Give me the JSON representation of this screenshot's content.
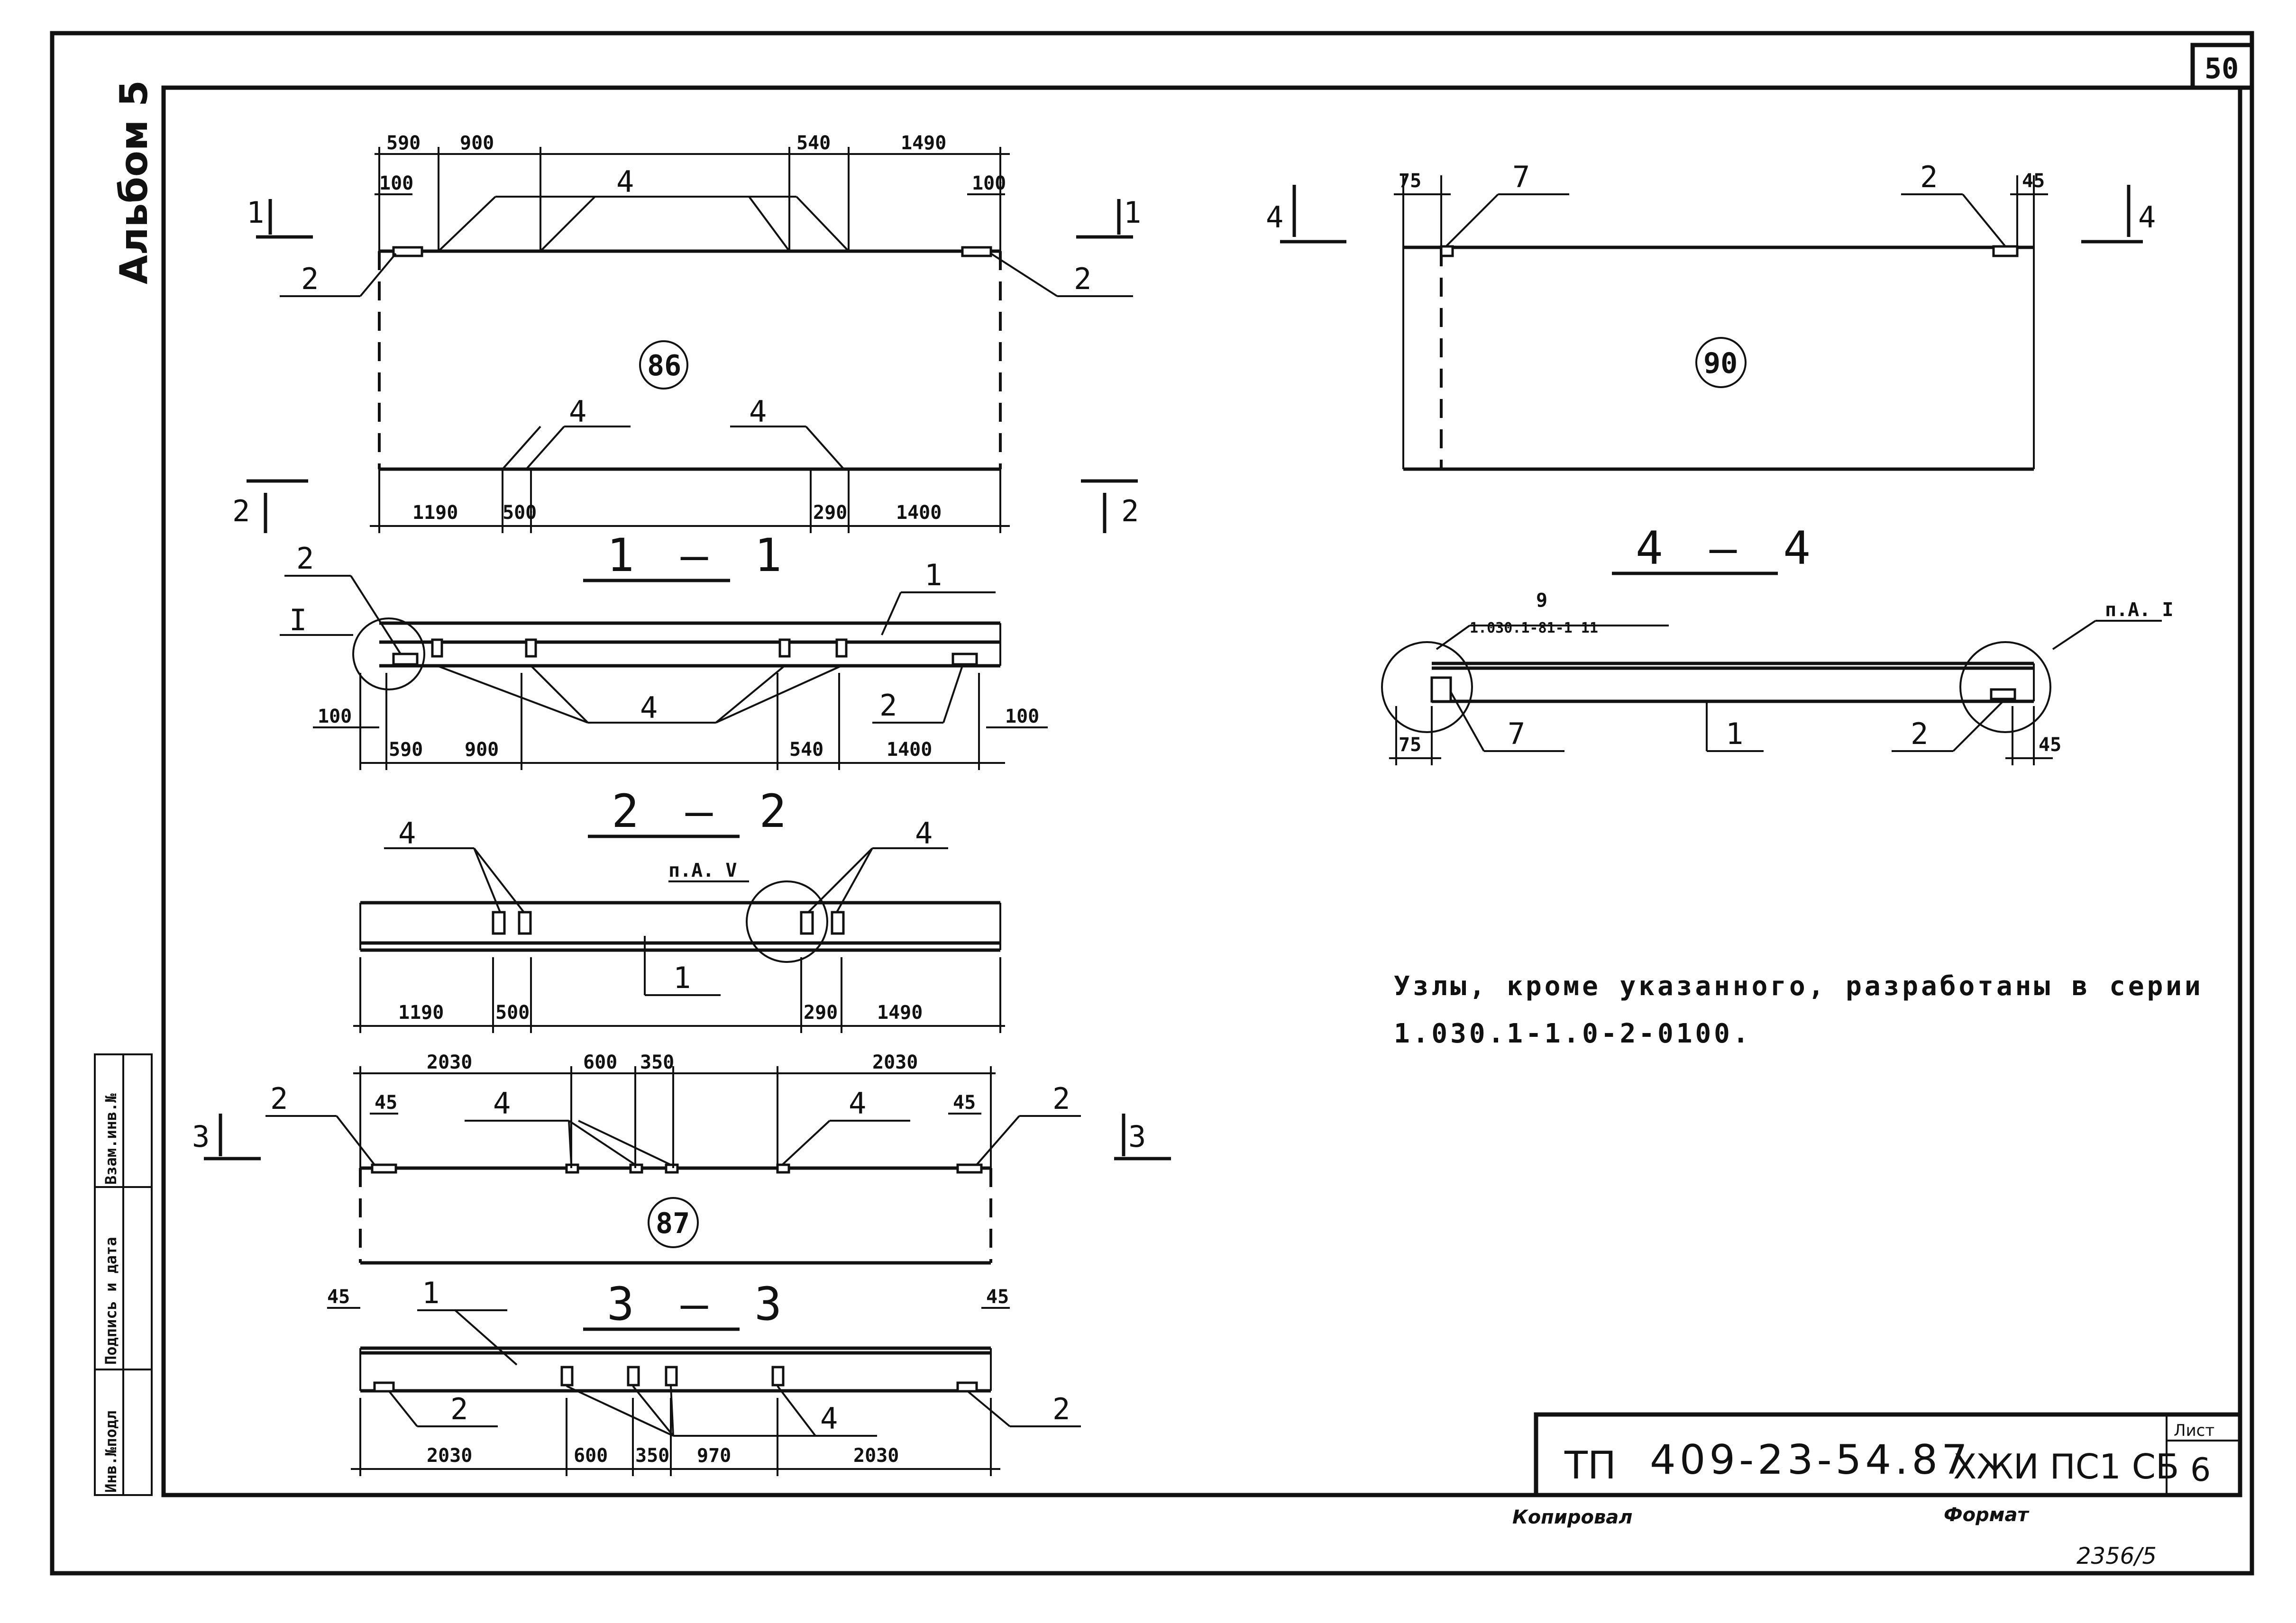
{
  "sheet": {
    "album": "Альбом 5",
    "page_number": "50",
    "stamp_code": "ТП",
    "stamp_number": "409-23-54.87",
    "stamp_section": "ХЖИ ПС1 СБ",
    "stamp_sheet_label": "Лист",
    "stamp_sheet_number": "6",
    "copied_label": "Копировал",
    "format_label": "Формат",
    "archive_number": "2356/5",
    "side_cells": [
      "Инв.№подл",
      "Подпись и дата",
      "Взам.инв.№"
    ],
    "note_line1": "Узлы, кроме указанного, разработаны в серии",
    "note_line2": "1.030.1-1.0-2-0100."
  },
  "view86": {
    "mark": "86",
    "top_dims": [
      "590",
      "900",
      "540",
      "1490"
    ],
    "inner_dims": [
      "100",
      "100"
    ],
    "bottom_dims": [
      "1190",
      "500",
      "290",
      "1400"
    ],
    "labels": {
      "pos2_left": "2",
      "pos2_right": "2",
      "pos4_top": "4",
      "pos4_bl": "4",
      "pos4_br": "4"
    },
    "cut1_left": "1",
    "cut1_right": "1",
    "cut2_left": "2",
    "cut2_right": "2"
  },
  "section11": {
    "title": "1 – 1",
    "node": "I",
    "dims": [
      "100",
      "590",
      "900",
      "540",
      "1400",
      "100"
    ],
    "labels": {
      "pos2_left": "2",
      "pos1": "1",
      "pos4": "4",
      "pos2_right": "2"
    }
  },
  "section22": {
    "title": "2 – 2",
    "node_ref": "п.А. V",
    "dims": [
      "1190",
      "500",
      "290",
      "1490"
    ],
    "labels": {
      "pos4_left": "4",
      "pos4_right": "4",
      "pos1": "1"
    }
  },
  "view87": {
    "mark": "87",
    "top_dims": [
      "2030",
      "600",
      "350",
      "2030",
      "45",
      "45"
    ],
    "labels": {
      "pos2_left": "2",
      "pos4_a": "4",
      "pos4_b": "4",
      "pos2_right": "2"
    },
    "cut3_left": "3",
    "cut3_right": "3"
  },
  "section33": {
    "title": "3 – 3",
    "dims": [
      "2030",
      "600",
      "350",
      "970",
      "2030",
      "45",
      "45"
    ],
    "labels": {
      "pos1": "1",
      "pos2_left": "2",
      "pos4": "4",
      "pos2_right": "2"
    }
  },
  "view90": {
    "mark": "90",
    "dims": [
      "75",
      "45"
    ],
    "labels": {
      "pos7": "7",
      "pos2": "2"
    },
    "cut4_left": "4",
    "cut4_right": "4"
  },
  "section44": {
    "title": "4 – 4",
    "ref_pos": "9",
    "ref_code": "1.030.1-81-1 11",
    "node_ref": "п.А. I",
    "dims": [
      "75",
      "45"
    ],
    "labels": {
      "pos7": "7",
      "pos1": "1",
      "pos2": "2"
    }
  }
}
